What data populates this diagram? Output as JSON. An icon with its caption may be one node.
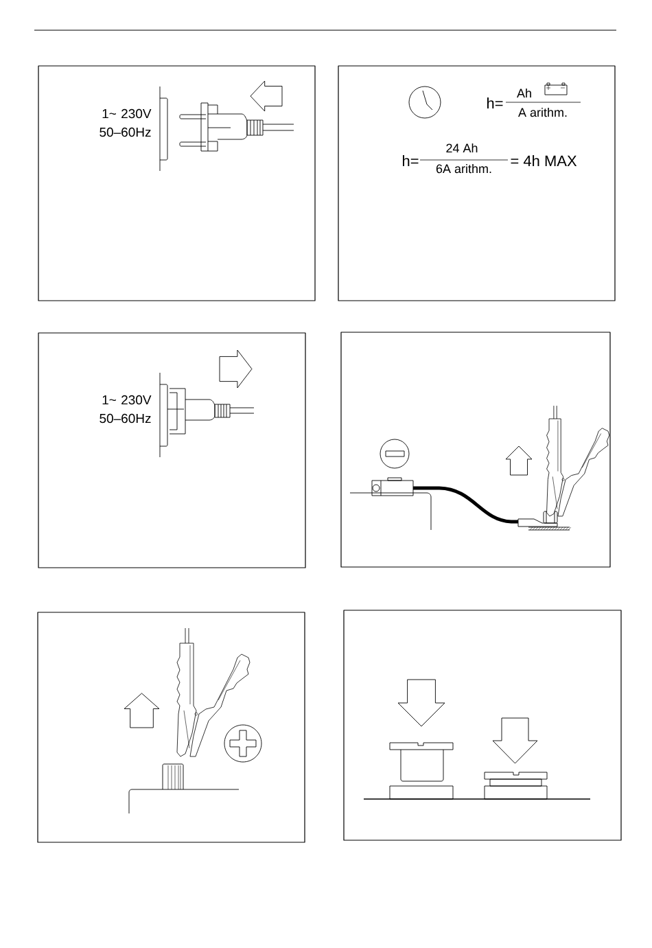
{
  "diagram": {
    "nodes": [
      {
        "text": [
          "1~ 230V 50–60Hz"
        ]
      },
      {
        "text": [
          "h=",
          "Ah",
          "A arithm.",
          "h=",
          "24 Ah",
          "6A arithm.",
          "= 4h MAX"
        ]
      },
      {
        "text": [
          "1~ 230V 50–60Hz"
        ]
      },
      {
        "text": [],
        "shape": "box"
      },
      {
        "text": [],
        "shape": "box"
      },
      {
        "text": [],
        "shape": "box"
      }
    ]
  }
}
